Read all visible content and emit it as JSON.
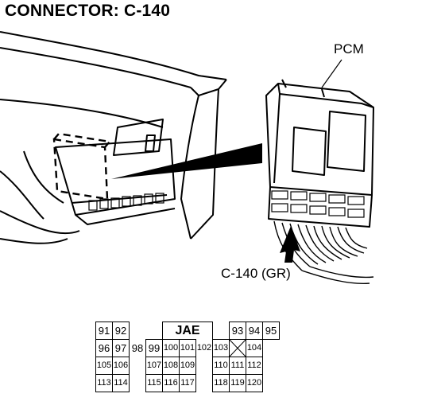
{
  "title": "CONNECTOR: C-140",
  "labels": {
    "pcm": "PCM",
    "connector": "C-140 (GR)"
  },
  "connector_face": {
    "code": "JAE",
    "row1": [
      "91",
      "92",
      "93",
      "94",
      "95"
    ],
    "row2": [
      "96",
      "97",
      "98",
      "99",
      "100",
      "101",
      "102",
      "103",
      "",
      "104"
    ],
    "row3": [
      "105",
      "106",
      "107",
      "108",
      "109",
      "110",
      "111",
      "112"
    ],
    "row4": [
      "113",
      "114",
      "115",
      "116",
      "117",
      "118",
      "119",
      "120"
    ]
  }
}
